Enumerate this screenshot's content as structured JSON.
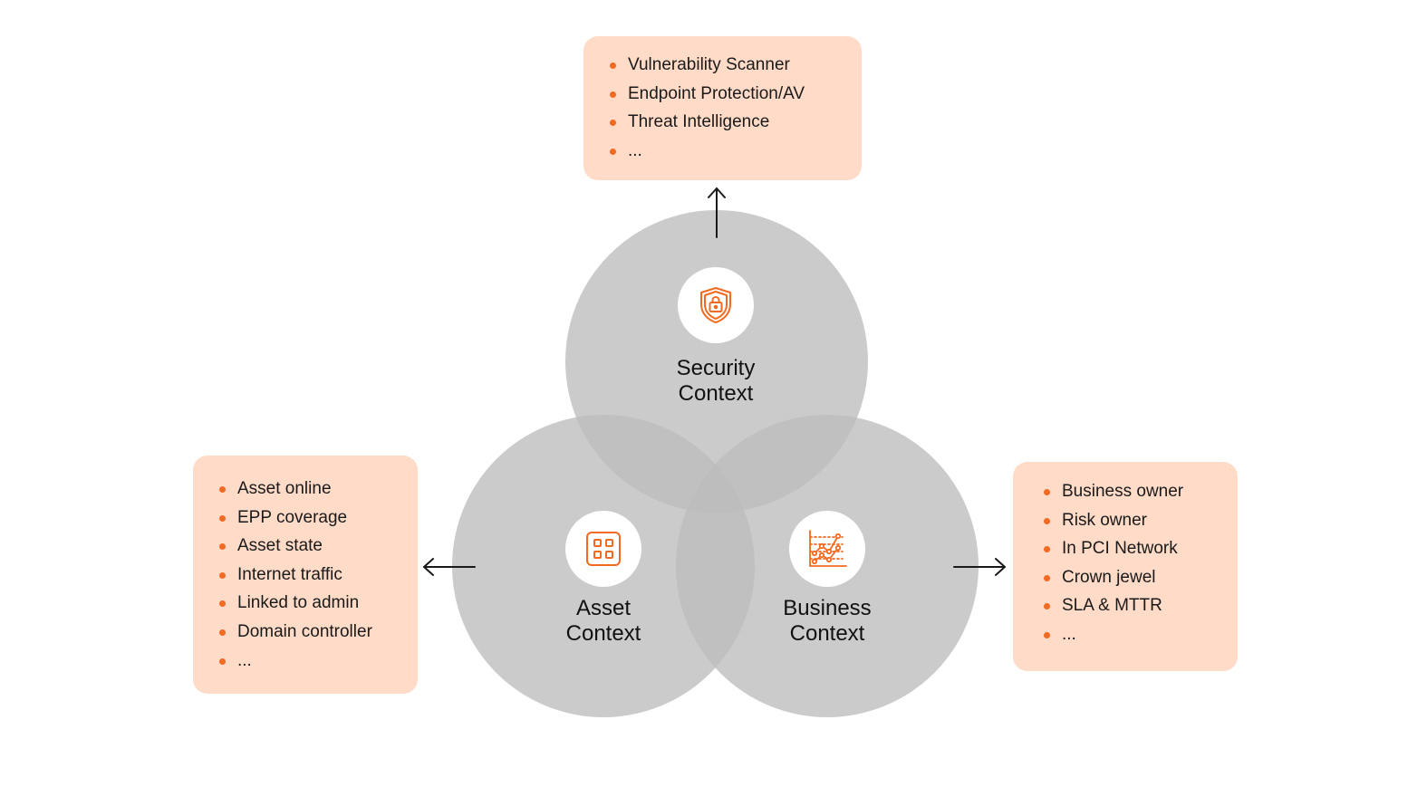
{
  "security": {
    "label_line1": "Security",
    "label_line2": "Context",
    "icon": "shield-lock-icon",
    "items": [
      "Vulnerability Scanner",
      "Endpoint Protection/AV",
      "Threat Intelligence",
      "..."
    ]
  },
  "asset": {
    "label_line1": "Asset",
    "label_line2": "Context",
    "icon": "grid-icon",
    "items": [
      "Asset online",
      "EPP coverage",
      "Asset state",
      "Internet traffic",
      "Linked to admin",
      "Domain controller",
      "..."
    ]
  },
  "business": {
    "label_line1": "Business",
    "label_line2": "Context",
    "icon": "line-chart-icon",
    "items": [
      "Business owner",
      "Risk owner",
      "In PCI Network",
      "Crown jewel",
      "SLA & MTTR",
      "..."
    ]
  },
  "colors": {
    "accent": "#f26a21",
    "card_bg": "#ffdbc8",
    "circle_fill": "#c8c8c8"
  }
}
